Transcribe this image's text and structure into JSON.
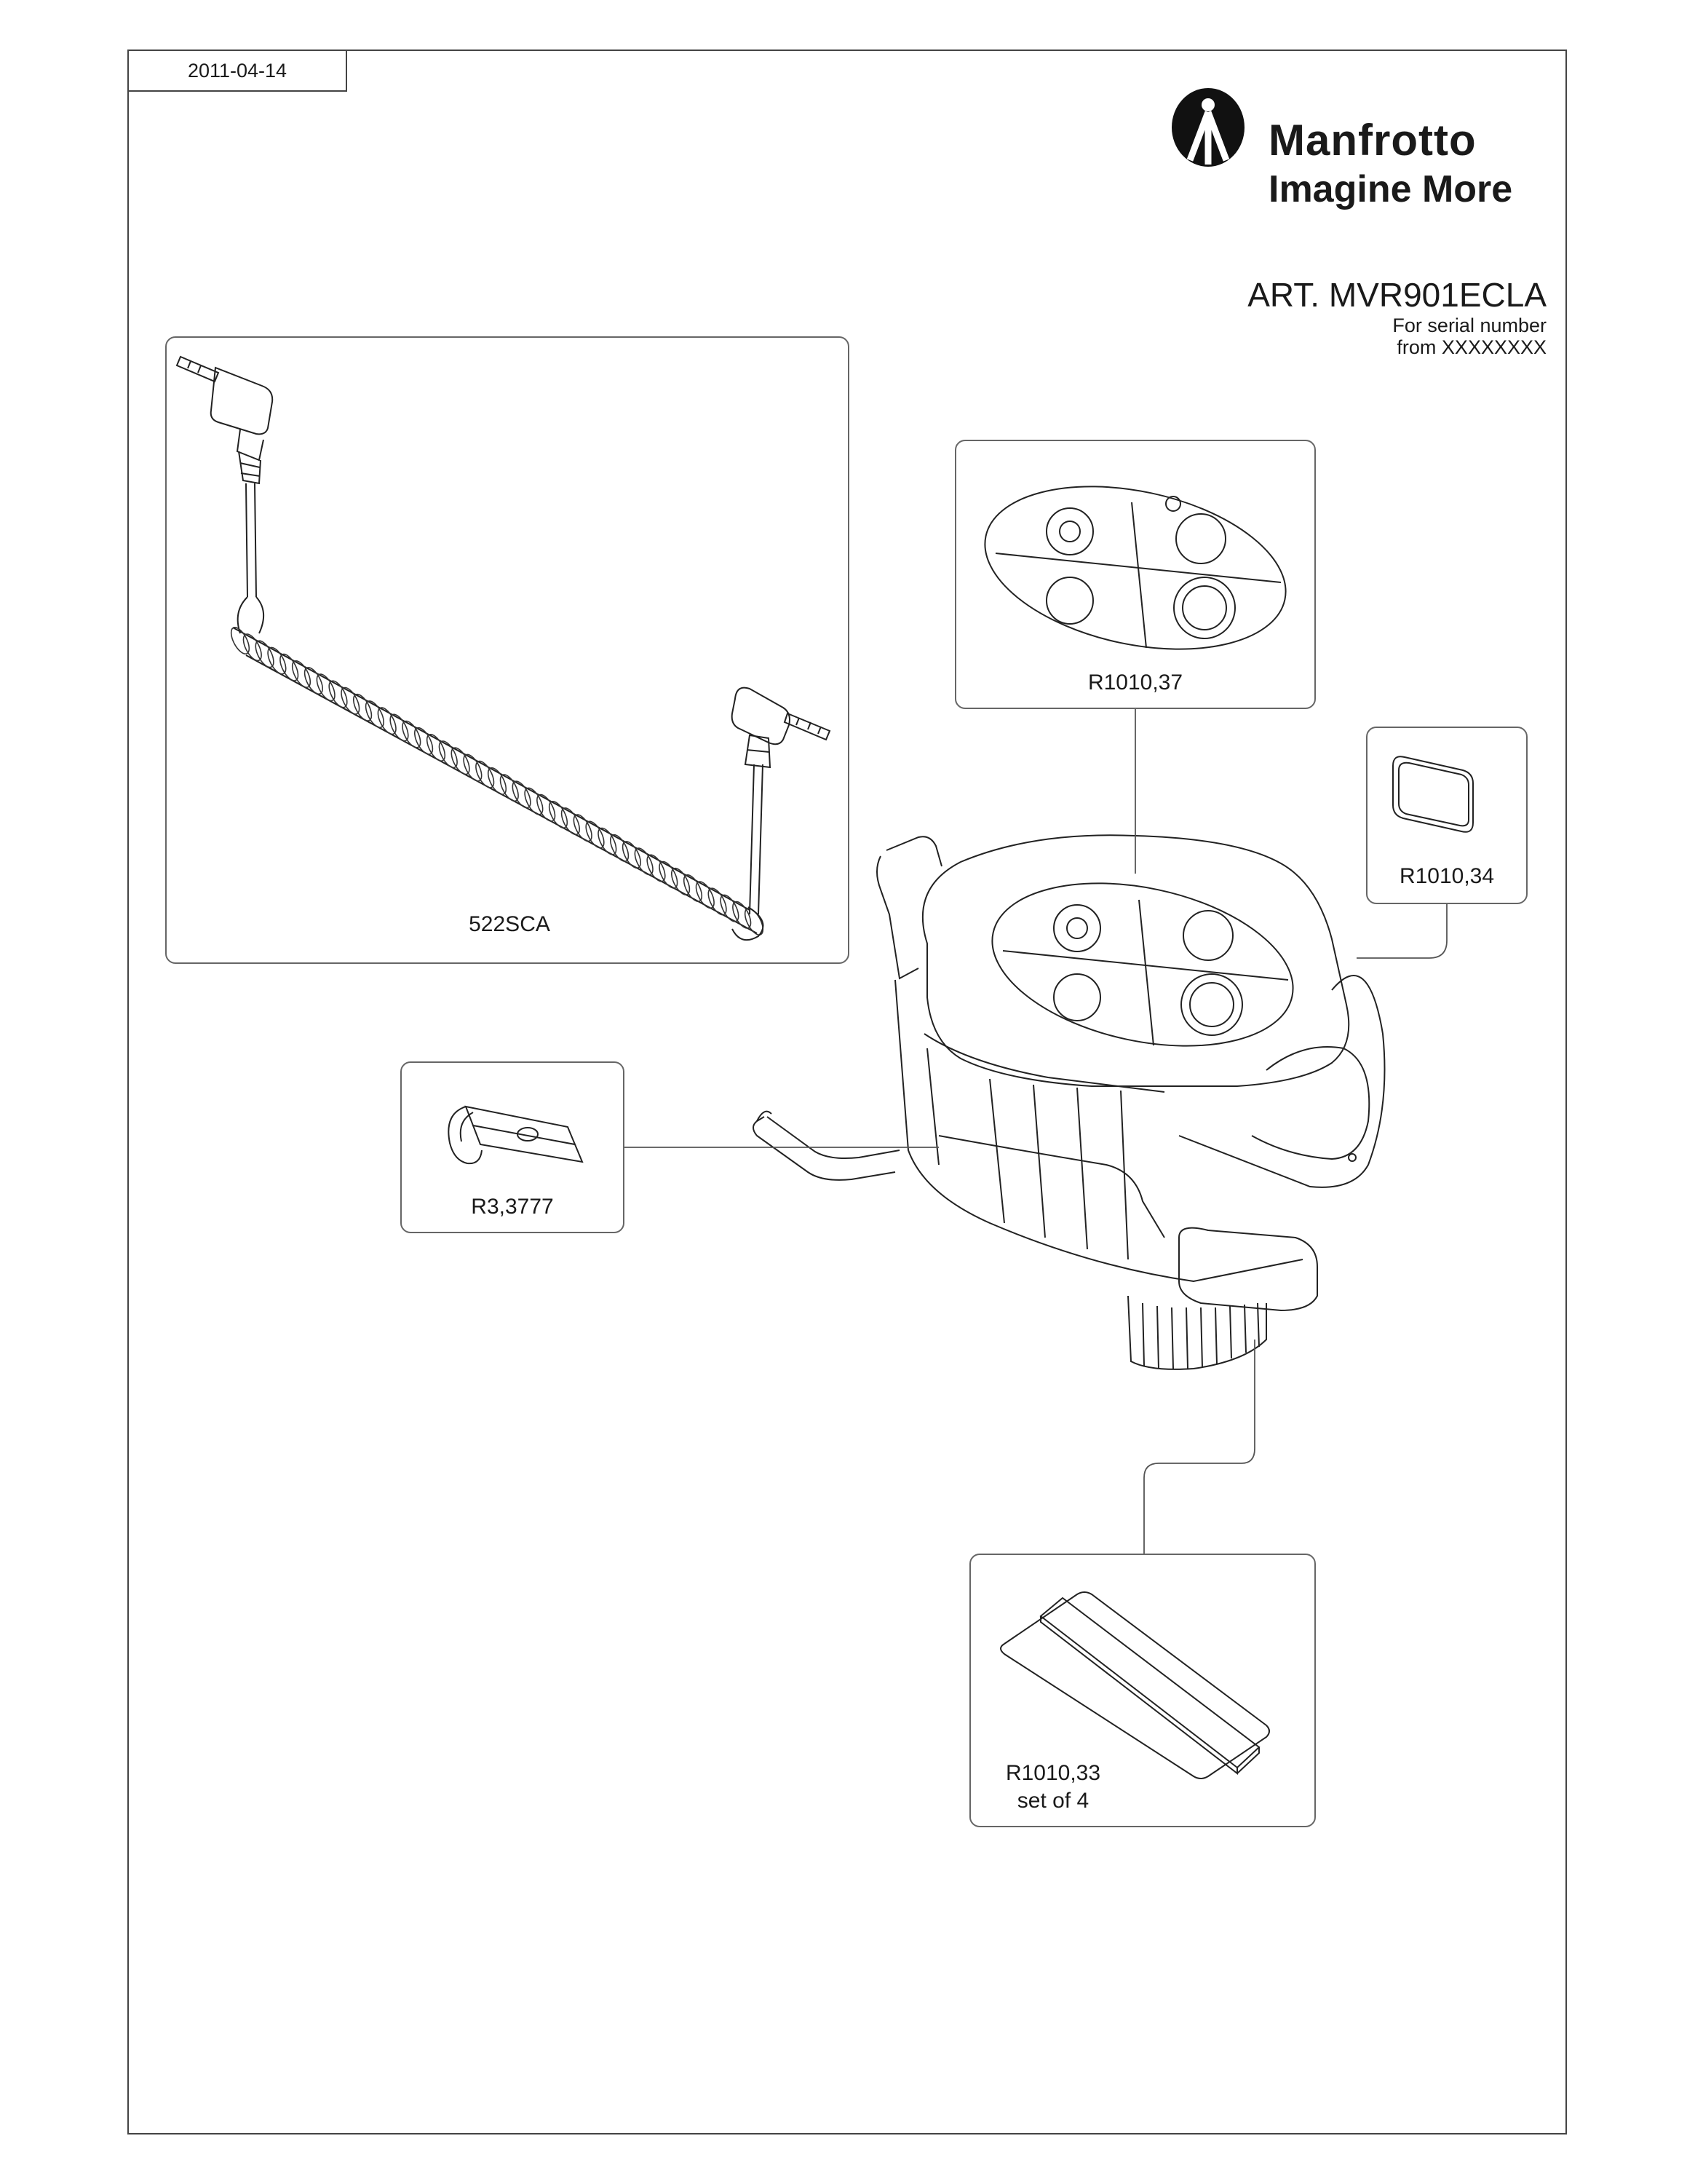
{
  "header": {
    "date": "2011-04-14"
  },
  "brand": {
    "name": "Manfrotto",
    "tagline": "Imagine More",
    "logo_icon": "tripod-logo-icon"
  },
  "article": {
    "title": "ART. MVR901ECLA",
    "serial_line1": "For serial number",
    "serial_line2": "from XXXXXXXX"
  },
  "parts": {
    "cable": {
      "code": "522SCA"
    },
    "keypad": {
      "code": "R1010,37"
    },
    "pad_small": {
      "code": "R1010,34"
    },
    "clip": {
      "code": "R3,3777"
    },
    "pad_strip": {
      "code": "R1010,33",
      "note": "set of 4"
    }
  }
}
